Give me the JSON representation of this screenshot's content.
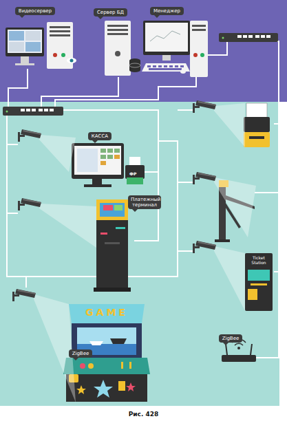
{
  "diagram": {
    "caption": "Рис. 428",
    "nodes": [
      {
        "text": [
          "Видеосервер"
        ]
      },
      {
        "text": [
          "Сервер БД"
        ]
      },
      {
        "text": [
          "Менеджер"
        ]
      },
      {
        "text": [
          "КАССА"
        ]
      },
      {
        "text": [
          "Платежный терминал"
        ]
      },
      {
        "text": [
          "ZigBee"
        ]
      },
      {
        "text": [
          "ZigBee"
        ]
      }
    ],
    "labels": [
      "ФР",
      "Ticket Station",
      "GAME"
    ]
  }
}
